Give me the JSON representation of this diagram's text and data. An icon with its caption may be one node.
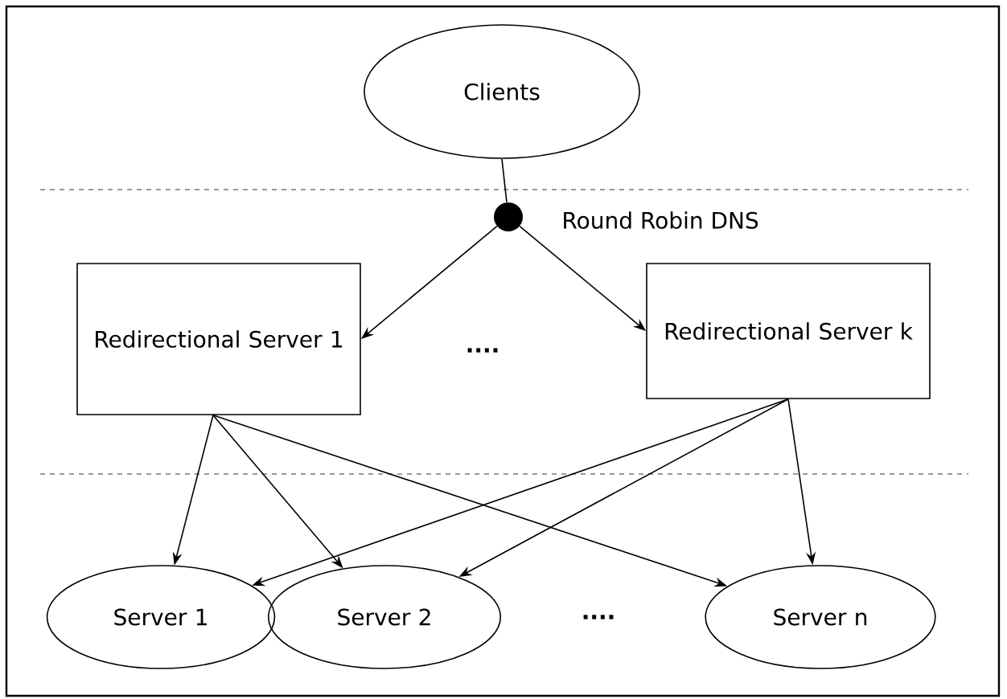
{
  "diagram": {
    "nodes": [
      {
        "text": [
          "Clients"
        ]
      },
      {
        "text": [],
        "shape": "circle",
        "beside": [
          "Round Robin DNS"
        ]
      },
      {
        "text": [
          "Redirectional Server 1"
        ]
      },
      {
        "text": [
          "Redirectional Server k"
        ]
      },
      {
        "text": [
          "Server 1"
        ]
      },
      {
        "text": [
          "Server 2"
        ]
      },
      {
        "text": [
          "Server n"
        ]
      }
    ],
    "edges": [
      {
        "from": 0,
        "to": 1,
        "arrow": "none"
      },
      {
        "from": 1,
        "to": 2,
        "arrow": "to"
      },
      {
        "from": 1,
        "to": 3,
        "arrow": "to"
      },
      {
        "from": 2,
        "to": 4,
        "arrow": "to"
      },
      {
        "from": 2,
        "to": 5,
        "arrow": "to"
      },
      {
        "from": 2,
        "to": 6,
        "arrow": "to"
      },
      {
        "from": 3,
        "to": 4,
        "arrow": "to"
      },
      {
        "from": 3,
        "to": 5,
        "arrow": "to"
      },
      {
        "from": 3,
        "to": 6,
        "arrow": "to"
      }
    ],
    "labels": [
      "....",
      "...."
    ]
  }
}
